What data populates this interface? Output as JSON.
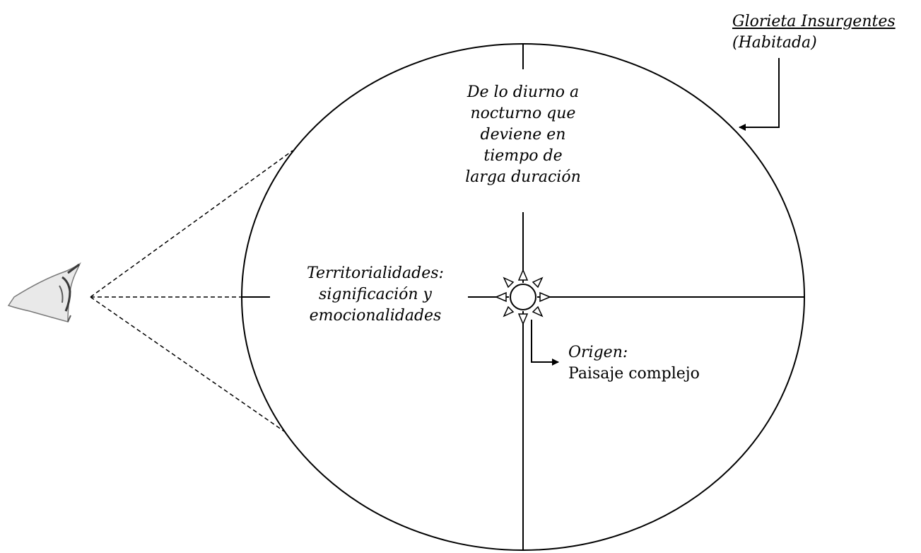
{
  "title_label": {
    "line1": "Glorieta Insurgentes",
    "line2": "(Habitada)"
  },
  "top_quadrant_text": [
    "De lo diurno a",
    "nocturno que",
    "deviene en",
    "tiempo de",
    "larga duración"
  ],
  "left_quadrant_text": [
    "Territorialidades:",
    "significación y",
    "emocionalidades"
  ],
  "origin_label": {
    "heading": "Origen:",
    "text": "Paisaje complejo"
  },
  "icons": {
    "eye": "eye-icon",
    "sun": "sun-icon"
  },
  "colors": {
    "stroke": "#000000",
    "background": "#ffffff"
  }
}
